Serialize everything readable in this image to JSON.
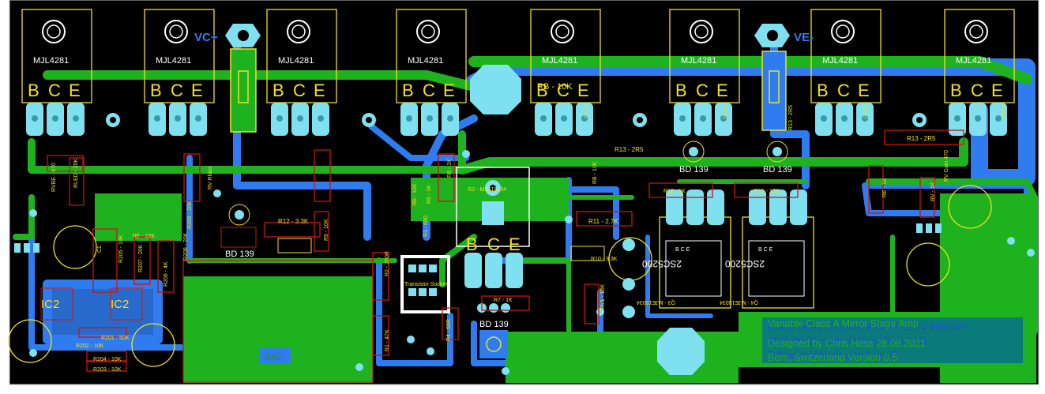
{
  "colors": {
    "board": "#000000",
    "top_copper": "#1fb21f",
    "bottom_copper": "#2f7cf0",
    "pad": "#7fe0f0",
    "silkscreen": "#f2e21a",
    "outline": "#c81414",
    "text_bottom": "#1e4fd8",
    "text_green": "#1fb21f"
  },
  "transistors": [
    {
      "label": "MJL4281",
      "pins": [
        "B",
        "C",
        "E"
      ]
    },
    {
      "label": "MJL4281",
      "pins": [
        "B",
        "C",
        "E"
      ]
    },
    {
      "label": "MJL4281",
      "pins": [
        "B",
        "C",
        "E"
      ]
    },
    {
      "label": "MJL4281",
      "pins": [
        "B",
        "C",
        "E"
      ]
    },
    {
      "label": "MJL4281",
      "pins": [
        "B",
        "C",
        "E"
      ]
    },
    {
      "label": "MJL4281",
      "pins": [
        "B",
        "C",
        "E"
      ]
    },
    {
      "label": "MJL4281",
      "pins": [
        "B",
        "C",
        "E"
      ]
    },
    {
      "label": "MJL4281",
      "pins": [
        "B",
        "C",
        "E"
      ]
    }
  ],
  "power_labels": {
    "vc": "VC+",
    "ve": "VE-"
  },
  "drivers": [
    {
      "label": "2SC5200",
      "ref": "Q3 - MJE15034",
      "pins": "B C E"
    },
    {
      "label": "2SC5200",
      "ref": "Q4 - MJE15034",
      "pins": "B C E"
    }
  ],
  "bd139": [
    "BD 139",
    "BD 139",
    "BD 139",
    "BD 139"
  ],
  "center_bce": [
    "B",
    "C",
    "E"
  ],
  "ic_labels": [
    "IC2",
    "IC2"
  ],
  "resistor_labels": [
    "RB - 10K",
    "R13 - 2R5",
    "R13 - 2R5",
    "R13 - 2R5",
    "RE 0.1",
    "RE 0.1",
    "RE 0.1",
    "RE 0.1",
    "RLED - 20K",
    "RVBE - 470",
    "RV Rbias",
    "R209 - 20K",
    "R12 - 3.3K",
    "R9 - 10K",
    "R8 - 10K",
    "R5 - 1K",
    "R3 - 680",
    "R6 - 1K",
    "R2 - 250R",
    "R1 - 47K",
    "R4 - 50R",
    "R11 - 2.7K",
    "RV1 - 10K",
    "R10 - 3.3K",
    "R7 - 1K",
    "R201 - 50K",
    "R202 - 10K",
    "R204 - 10K",
    "R203 - 10K",
    "R205 - 10K",
    "R206 - 4K",
    "R207 - 20K",
    "R208 - 20K",
    "RF - 22K",
    "C1",
    "RB - 10K",
    "RE - 1K",
    "RV - 1K",
    "RV Gain 470",
    "R12 - 1K",
    "R15 - 10K",
    "G2 - MJE15034"
  ],
  "socket_label": "Transistor Socket",
  "sig_label": "SIG",
  "credits_mirrored": [
    "Variable Class A Mirror Stage Amplifier Board",
    "Designed by Chris Hess 28.09.2021",
    "Bern, Switzerland Version 0.5"
  ],
  "credits_normal": [
    "Variable Class A Mirror Stage Amp",
    "Designed by Chris Hess 28.09.2021",
    "Bern, Switzerland Version 0.5"
  ]
}
